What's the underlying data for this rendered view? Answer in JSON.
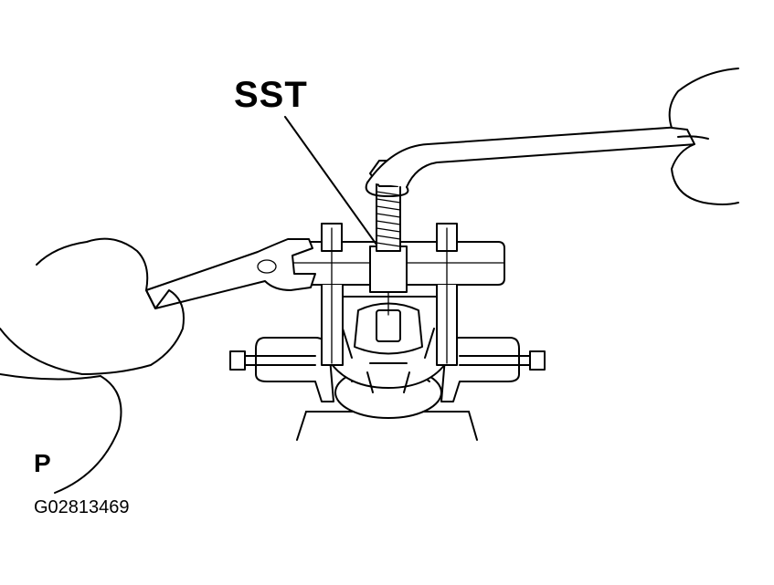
{
  "callouts": {
    "sst": "SST"
  },
  "view_letter": "P",
  "figure_code": "G02813469",
  "colors": {
    "line": "#000000",
    "background": "#ffffff"
  }
}
